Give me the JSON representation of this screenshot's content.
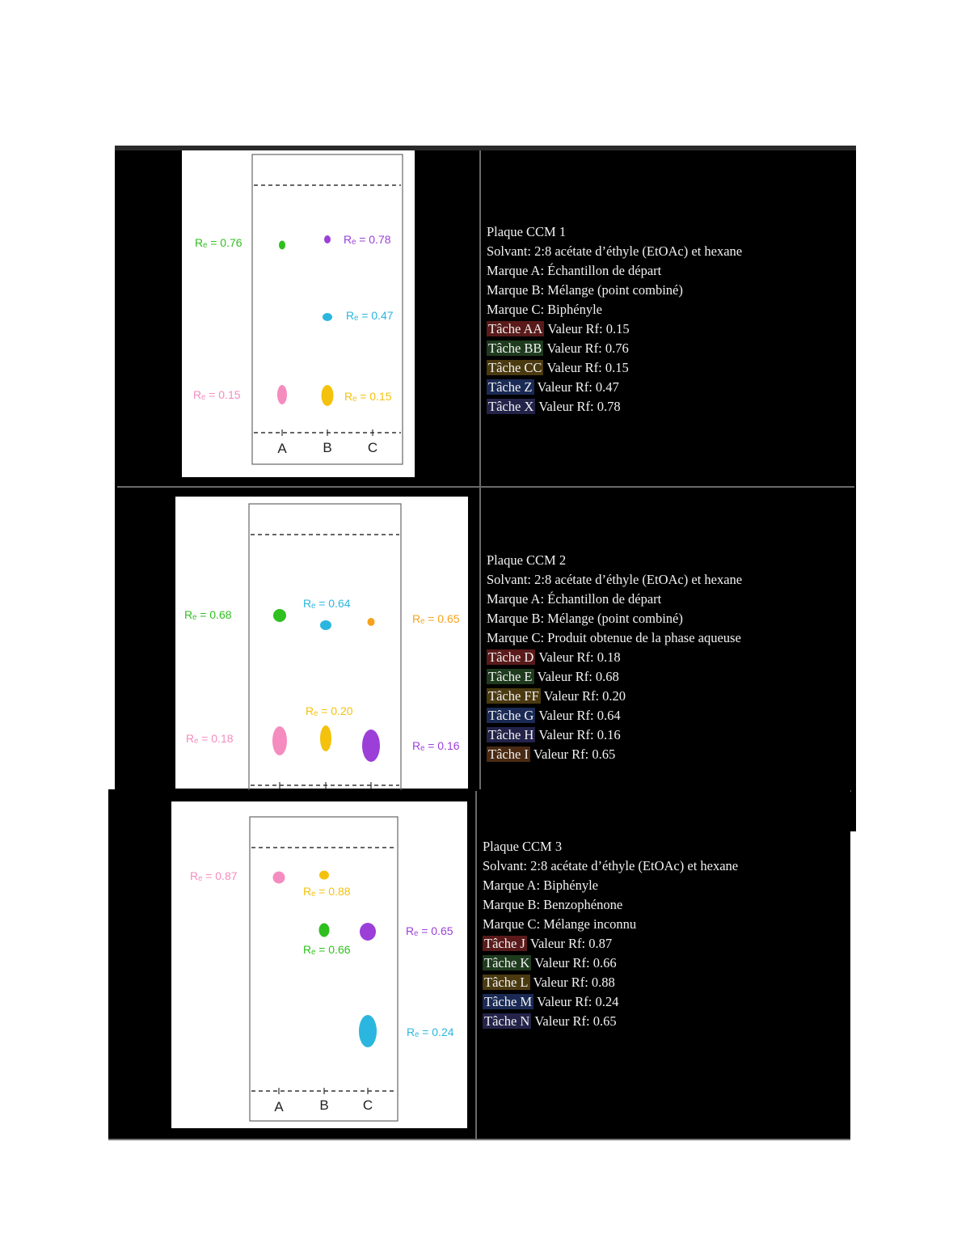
{
  "colors": {
    "green": "#2fbf1f",
    "purple": "#9b3fd8",
    "cyan": "#2bb6df",
    "pink": "#f58cbf",
    "yellow": "#f4c20d",
    "orange": "#f7a21b",
    "tag_red": "#5a1a1a",
    "tag_green": "#1e3b1e",
    "tag_yellow": "#4b3a10",
    "tag_blue": "#1a2a55",
    "tag_navy": "#23234a",
    "tag_brown": "#4a2a12"
  },
  "plates": [
    {
      "lanes": [
        "A",
        "B",
        "C"
      ],
      "rf_labels": [
        "Rₑ = 0.76",
        "Rₑ = 0.78",
        "Rₑ = 0.47",
        "Rₑ = 0.15",
        "Rₑ = 0.15"
      ],
      "info": {
        "title": "Plaque CCM 1",
        "solvent": "Solvant: 2:8 acétate d’éthyle (EtOAc) et hexane",
        "mark_a": "Marque A: Échantillon de départ",
        "mark_b": "Marque B: Mélange (point combiné)",
        "mark_c": "Marque C: Biphényle",
        "spots": [
          {
            "tag": "Tâche AA",
            "value": "Valeur Rf: 0.15",
            "color": "tag_red"
          },
          {
            "tag": "Tâche BB",
            "value": "Valeur Rf: 0.76",
            "color": "tag_green"
          },
          {
            "tag": "Tâche CC",
            "value": "Valeur Rf: 0.15",
            "color": "tag_yellow"
          },
          {
            "tag": "Tâche Z",
            "value": "Valeur Rf: 0.47",
            "color": "tag_blue"
          },
          {
            "tag": "Tâche X",
            "value": "Valeur Rf: 0.78",
            "color": "tag_navy"
          }
        ]
      }
    },
    {
      "rf_labels": [
        "Rₑ = 0.68",
        "Rₑ = 0.64",
        "Rₑ = 0.65",
        "Rₑ = 0.20",
        "Rₑ = 0.18",
        "Rₑ = 0.16"
      ],
      "info": {
        "title": "Plaque CCM 2",
        "solvent": "Solvant: 2:8 acétate d’éthyle (EtOAc) et hexane",
        "mark_a": "Marque A: Échantillon de départ",
        "mark_b": "Marque B: Mélange (point combiné)",
        "mark_c": "Marque C: Produit obtenue de la phase aqueuse",
        "spots": [
          {
            "tag": "Tâche D",
            "value": "Valeur Rf: 0.18",
            "color": "tag_red"
          },
          {
            "tag": "Tâche E",
            "value": "Valeur Rf: 0.68",
            "color": "tag_green"
          },
          {
            "tag": "Tâche FF",
            "value": "Valeur Rf: 0.20",
            "color": "tag_yellow"
          },
          {
            "tag": "Tâche G",
            "value": "Valeur Rf: 0.64",
            "color": "tag_blue"
          },
          {
            "tag": "Tâche H",
            "value": "Valeur Rf: 0.16",
            "color": "tag_navy"
          },
          {
            "tag": "Tâche I",
            "value": "Valeur Rf: 0.65",
            "color": "tag_brown"
          }
        ]
      }
    },
    {
      "lanes": [
        "A",
        "B",
        "C"
      ],
      "rf_labels": [
        "Rₑ = 0.87",
        "Rₑ = 0.88",
        "Rₑ = 0.65",
        "Rₑ = 0.66",
        "Rₑ = 0.24"
      ],
      "info": {
        "title": "Plaque CCM 3",
        "solvent": "Solvant: 2:8 acétate d’éthyle (EtOAc) et hexane",
        "mark_a": "Marque A: Biphényle",
        "mark_b": "Marque B: Benzophénone",
        "mark_c": "Marque C: Mélange inconnu",
        "spots": [
          {
            "tag": "Tâche J",
            "value": "Valeur Rf: 0.87",
            "color": "tag_red"
          },
          {
            "tag": "Tâche K",
            "value": "Valeur Rf: 0.66",
            "color": "tag_green"
          },
          {
            "tag": "Tâche L",
            "value": "Valeur Rf: 0.88",
            "color": "tag_yellow"
          },
          {
            "tag": "Tâche M",
            "value": "Valeur Rf: 0.24",
            "color": "tag_blue"
          },
          {
            "tag": "Tâche N",
            "value": "Valeur Rf: 0.65",
            "color": "tag_navy"
          }
        ]
      }
    }
  ]
}
